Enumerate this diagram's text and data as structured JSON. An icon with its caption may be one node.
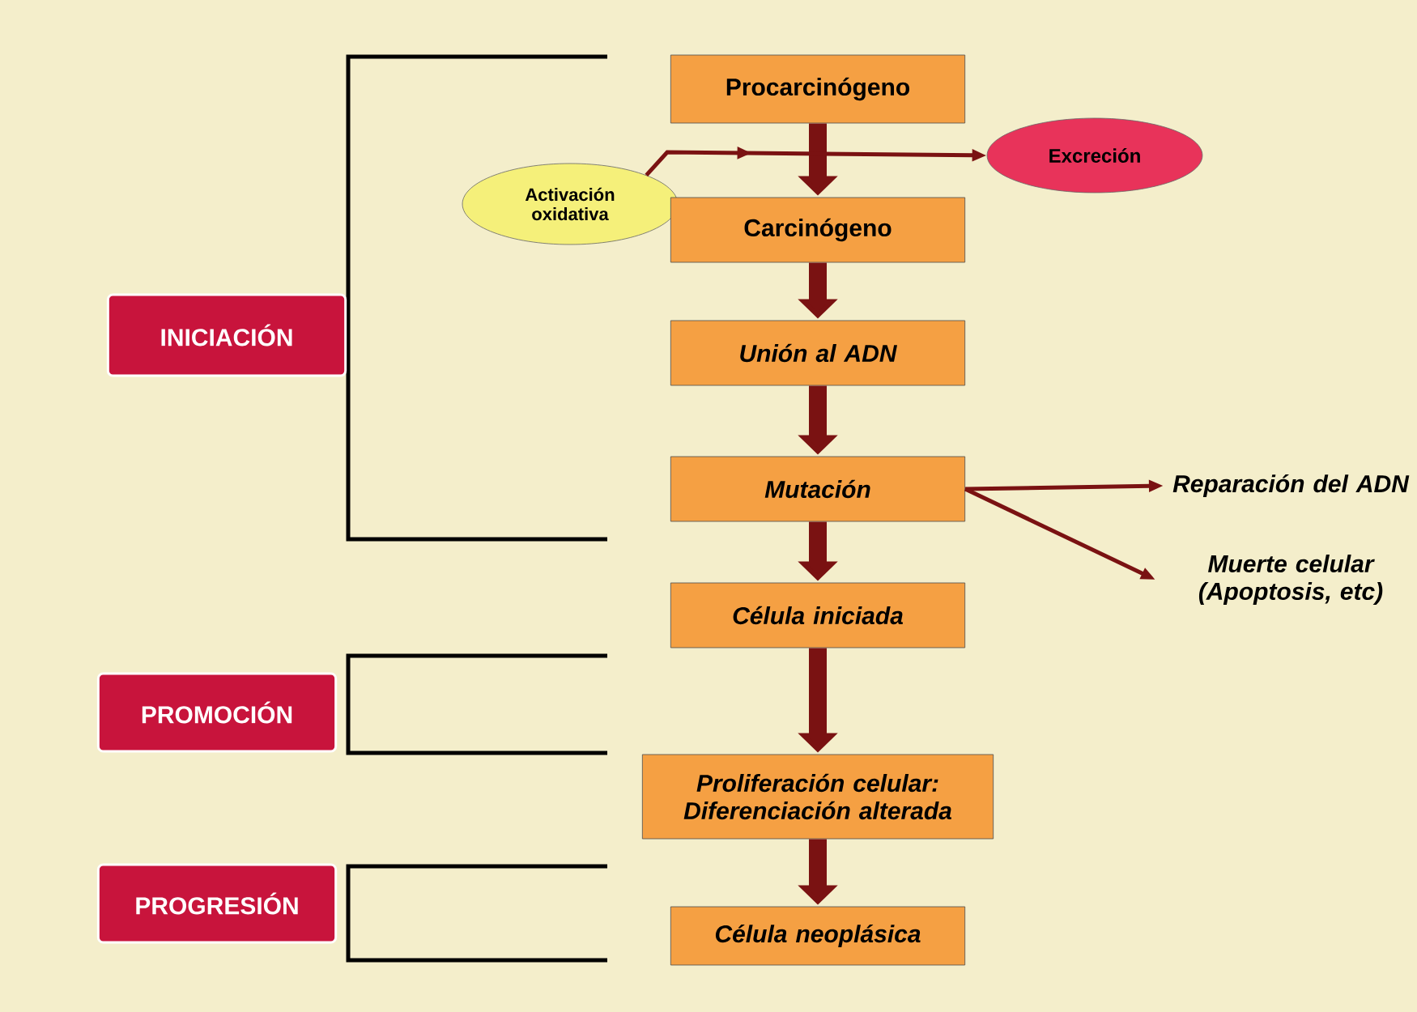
{
  "diagram": {
    "nodes": [
      {
        "text": [
          "Procarcinógeno"
        ]
      },
      {
        "text": [
          "Activación oxidativa"
        ]
      },
      {
        "text": [
          "Excreción"
        ]
      },
      {
        "text": [
          "Carcinógeno"
        ]
      },
      {
        "text": [
          "Unión al ADN"
        ]
      },
      {
        "text": [
          "Mutación"
        ]
      },
      {
        "text": [
          "Reparación del ADN"
        ]
      },
      {
        "text": [
          "Muerte celular (Apoptosis, etc)"
        ]
      },
      {
        "text": [
          "Célula iniciada"
        ]
      },
      {
        "text": [
          "Proliferación celular: Diferenciación alterada"
        ]
      },
      {
        "text": [
          "Célula neoplásica"
        ]
      },
      {
        "text": [
          "INICIACIÓN"
        ]
      },
      {
        "text": [
          "PROMOCIÓN"
        ]
      },
      {
        "text": [
          "PROGRESIÓN"
        ]
      }
    ],
    "edges": [
      {
        "from": 0,
        "to": 3,
        "arrow": "to"
      },
      {
        "from": 1,
        "to": 2,
        "arrow": "to"
      },
      {
        "from": 3,
        "to": 4,
        "arrow": "to"
      },
      {
        "from": 4,
        "to": 5,
        "arrow": "to"
      },
      {
        "from": 5,
        "to": 6,
        "arrow": "to"
      },
      {
        "from": 5,
        "to": 7,
        "arrow": "to"
      },
      {
        "from": 5,
        "to": 8,
        "arrow": "to"
      },
      {
        "from": 8,
        "to": 9,
        "arrow": "to"
      },
      {
        "from": 9,
        "to": 10,
        "arrow": "to"
      }
    ]
  }
}
